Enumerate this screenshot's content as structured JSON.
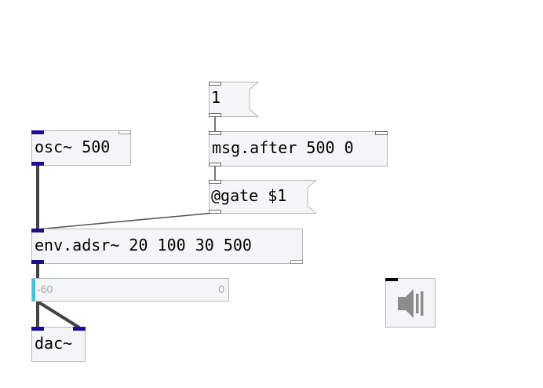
{
  "patch": {
    "objects": {
      "osc": "osc~ 500",
      "msg_after": "msg.after 500 0",
      "env_adsr": "env.adsr~ 20 100 30 500",
      "dac": "dac~"
    },
    "messages": {
      "one": "1",
      "gate": "@gate $1"
    },
    "level_meter": {
      "min_label": "-60",
      "max_label": "0",
      "level_fraction": 0.0
    },
    "dsp_toggle": {
      "icon": "speaker-icon",
      "state": "off"
    },
    "colors": {
      "signal_inlet": "#1a0e94",
      "meter_fill": "#3fc0df",
      "box_fill": "#f4f5f6",
      "box_border": "#b8b8b8",
      "wire": "#444444"
    }
  }
}
